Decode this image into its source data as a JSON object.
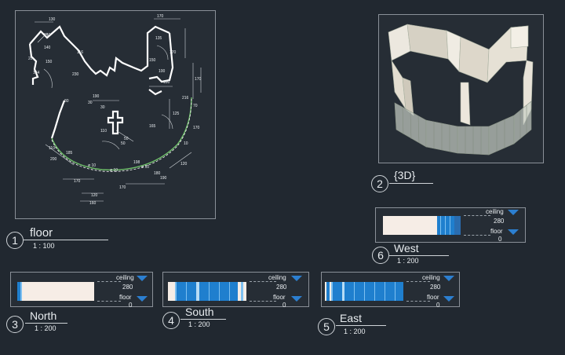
{
  "floor_plan": {
    "dims": [
      "130",
      "170",
      "140",
      "116",
      "140",
      "135",
      "134",
      "180",
      "20",
      "150",
      "170",
      "230",
      "150",
      "100",
      "170",
      "190",
      "198",
      "30",
      "30",
      "110",
      "50",
      "80",
      "50",
      "70",
      "185",
      "165",
      "110",
      "125",
      "216",
      "180",
      "200",
      "170",
      "190",
      "ø 10",
      "ø 10",
      "ø 10",
      "120",
      "170",
      "160",
      "170",
      "120",
      "10"
    ]
  },
  "views": {
    "floor": {
      "number": "1",
      "title": "floor",
      "scale": "1 : 100"
    },
    "d3": {
      "number": "2",
      "title": "{3D}"
    },
    "north": {
      "number": "3",
      "title": "North",
      "scale": "1 : 200"
    },
    "south": {
      "number": "4",
      "title": "South",
      "scale": "1 : 200"
    },
    "east": {
      "number": "5",
      "title": "East",
      "scale": "1 : 200"
    },
    "west": {
      "number": "6",
      "title": "West",
      "scale": "1 : 200"
    }
  },
  "elevation_markers": {
    "ceiling_label": "ceiling",
    "ceiling_value": "280",
    "floor_label": "floor",
    "floor_value": "0"
  },
  "colors": {
    "background": "#212830",
    "blue_marker": "#2c7fd0",
    "wall_light": "#f6ede6",
    "glass_blue": "#1f7fce"
  }
}
